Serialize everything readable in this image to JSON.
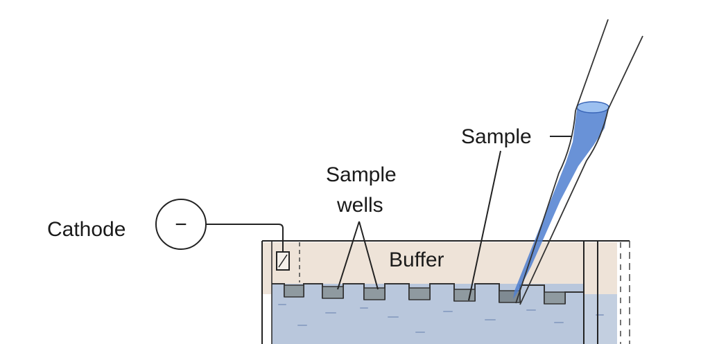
{
  "labels": {
    "cathode": "Cathode",
    "cathode_symbol": "−",
    "sample_wells_line1": "Sample",
    "sample_wells_line2": "wells",
    "buffer": "Buffer",
    "sample": "Sample"
  },
  "colors": {
    "buffer": "#eee3d8",
    "gel": "#b9c7dc",
    "gel_streak": "#8ea2c4",
    "well_fill": "#8f9aa0",
    "pipette_liquid": "#4f7fd0",
    "outline": "#222222"
  },
  "counts": {
    "wells": 7
  }
}
